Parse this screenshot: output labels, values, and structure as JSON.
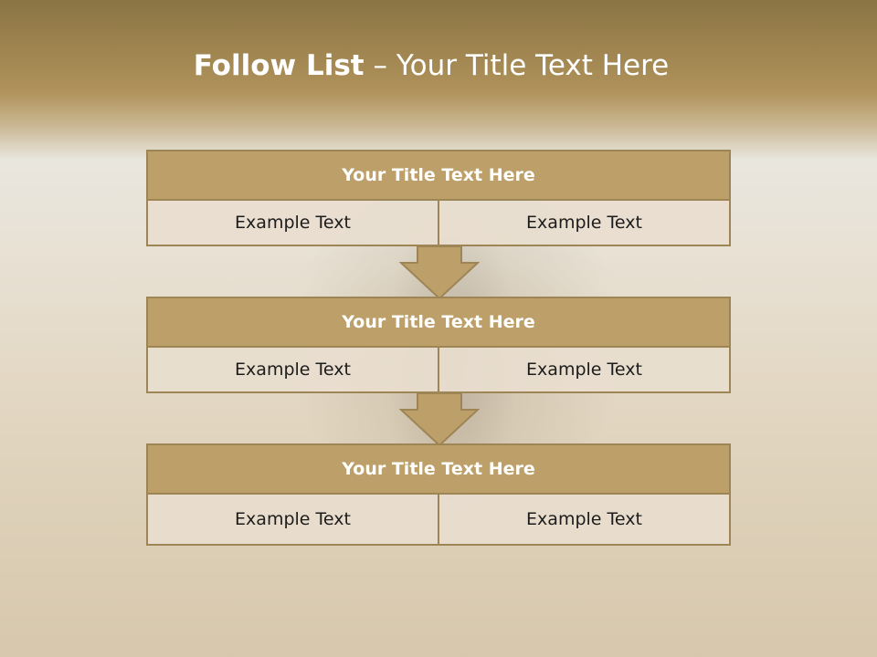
{
  "slide": {
    "title_bold": "Follow List",
    "title_rest": " – Your Title Text Here"
  },
  "blocks": [
    {
      "title": "Your Title Text Here",
      "left": "Example Text",
      "right": "Example Text"
    },
    {
      "title": "Your Title Text Here",
      "left": "Example Text",
      "right": "Example Text"
    },
    {
      "title": "Your Title Text Here",
      "left": "Example Text",
      "right": "Example Text"
    }
  ],
  "colors": {
    "header_fill": "#bd9f69",
    "border": "#9e8555",
    "cell_fill": "#e8decf"
  }
}
